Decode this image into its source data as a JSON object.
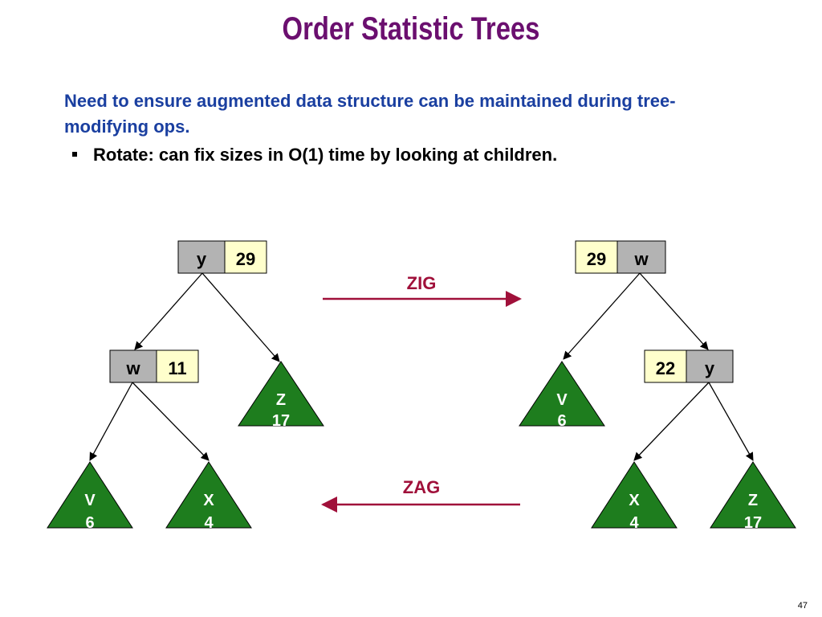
{
  "slide": {
    "title": "Order Statistic Trees",
    "intro": "Need to ensure augmented data structure can be maintained during tree-modifying ops.",
    "bullet": "Rotate:  can fix sizes in O(1) time by looking at children.",
    "page_number": "47"
  },
  "colors": {
    "title": "#6b0f6f",
    "intro": "#1a3fa0",
    "node_key_fill": "#b3b3b3",
    "node_size_fill": "#ffffcc",
    "subtree_fill": "#1e7d1e",
    "arrow": "#a0103a",
    "arrow_label": "#a0103a"
  },
  "diagram": {
    "left_tree": {
      "root": {
        "key": "y",
        "size": "29"
      },
      "child": {
        "key": "w",
        "size": "11"
      },
      "subtrees": [
        {
          "name": "Z",
          "size": "17"
        },
        {
          "name": "V",
          "size": "6"
        },
        {
          "name": "X",
          "size": "4"
        }
      ]
    },
    "right_tree": {
      "root": {
        "key": "w",
        "size": "29"
      },
      "child": {
        "key": "y",
        "size": "22"
      },
      "subtrees": [
        {
          "name": "V",
          "size": "6"
        },
        {
          "name": "X",
          "size": "4"
        },
        {
          "name": "Z",
          "size": "17"
        }
      ]
    },
    "arrows": {
      "zig": "ZIG",
      "zag": "ZAG"
    }
  }
}
